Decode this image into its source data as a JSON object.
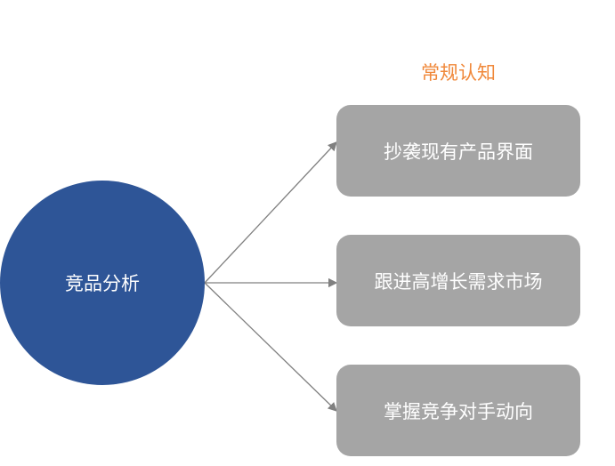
{
  "title": "常规认知",
  "center": "竞品分析",
  "items": [
    "抄袭现有产品界面",
    "跟进高增长需求市场",
    "掌握竞争对手动向"
  ],
  "colors": {
    "center": "#2e5597",
    "box": "#a5a5a5",
    "title": "#f0883a",
    "arrow": "#808080"
  }
}
